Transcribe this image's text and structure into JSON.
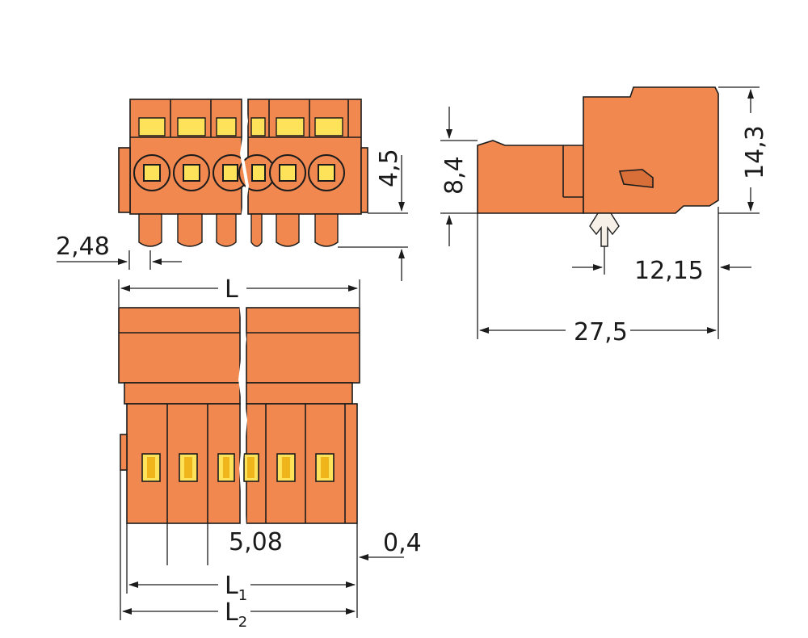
{
  "colors": {
    "body": "#f0884f",
    "body_dark": "#d86f38",
    "outline": "#1c1c1c",
    "slot_yellow": "#fde25a",
    "slot_yellow_dark": "#f1b51c",
    "line": "#1c1c1c"
  },
  "dimensions": {
    "pin_offset": "2,48",
    "front_height": "4,5",
    "side_lower_height": "8,4",
    "side_total_height": "14,3",
    "pin_position": "12,15",
    "side_depth": "27,5",
    "length": "L",
    "pitch": "5,08",
    "end_gap": "0,4",
    "length1_base": "L",
    "length1_sub": "1",
    "length2_base": "L",
    "length2_sub": "2"
  }
}
